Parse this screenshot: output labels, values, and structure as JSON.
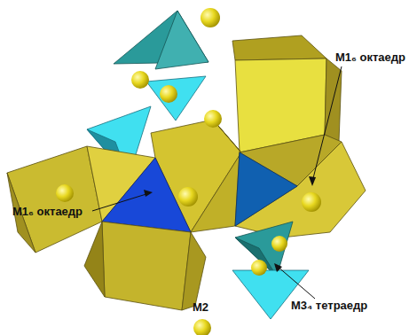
{
  "diagram": {
    "labels": [
      "M1₆ октаедр",
      "M1₆ октаедр",
      "M3₄ тетраедр",
      "M2"
    ]
  }
}
